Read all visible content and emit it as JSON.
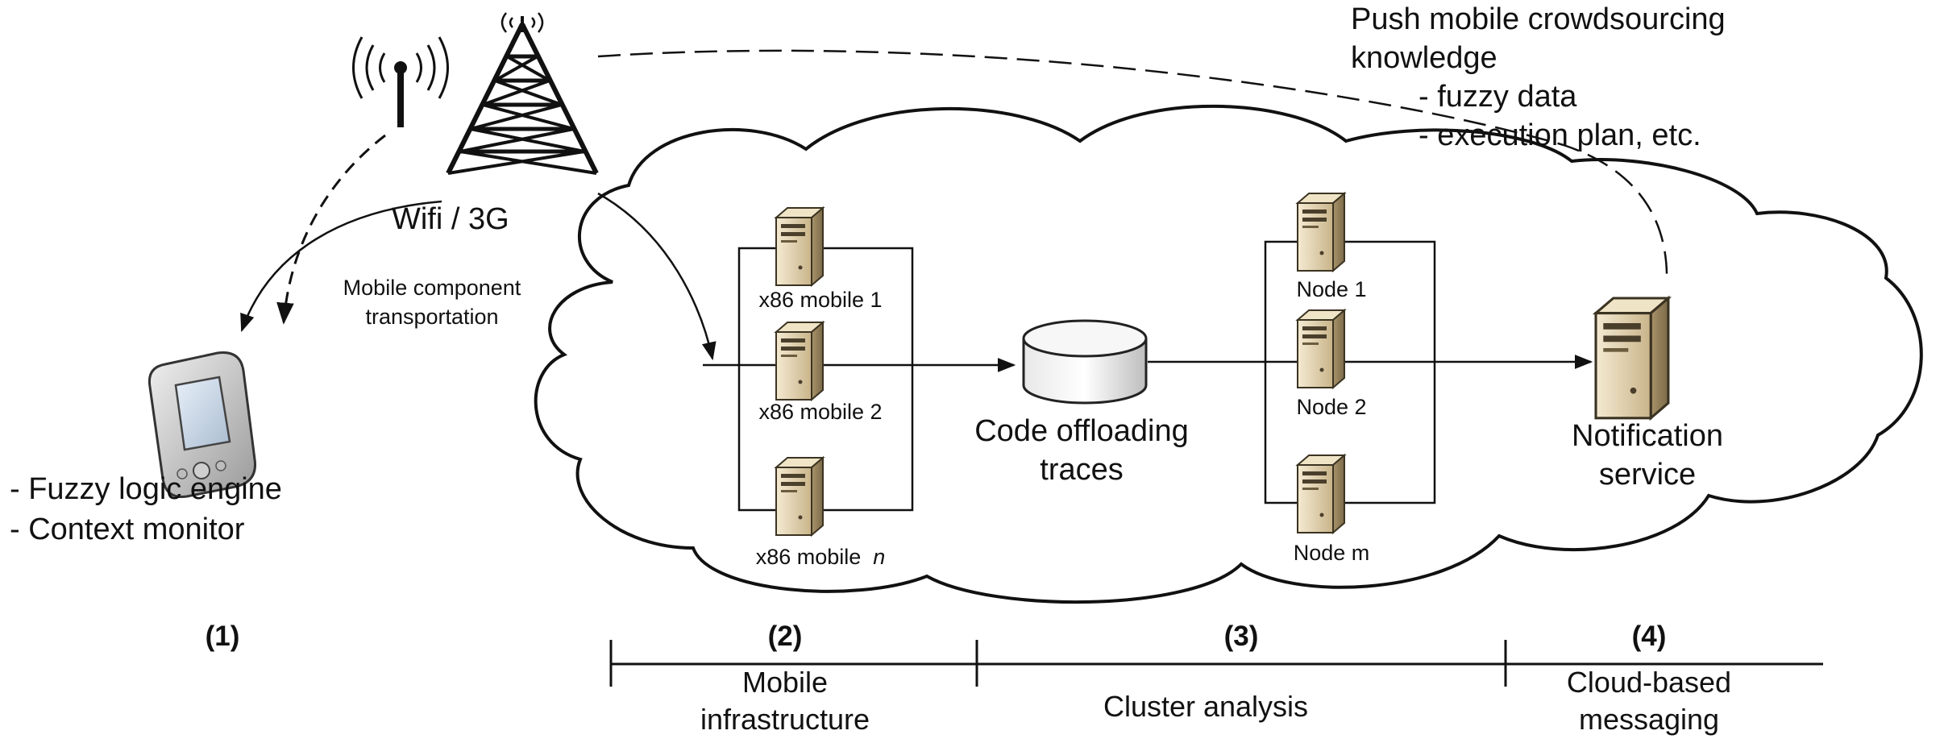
{
  "tower": {
    "label": "Wifi / 3G"
  },
  "push_knowledge": {
    "title_lines": [
      "Push mobile crowdsourcing",
      "knowledge"
    ],
    "items": [
      "- fuzzy data",
      "- execution plan, etc."
    ]
  },
  "transport_label": [
    "Mobile component",
    "transportation"
  ],
  "device": {
    "features": [
      "- Fuzzy logic engine",
      "- Context monitor"
    ]
  },
  "mobile_servers": [
    "x86 mobile 1",
    "x86 mobile 2",
    "x86 mobile"
  ],
  "mobile_server_last_suffix": "n",
  "database": {
    "label_lines": [
      "Code offloading",
      "traces"
    ]
  },
  "nodes": [
    "Node 1",
    "Node 2",
    "Node m"
  ],
  "notification": {
    "label_lines": [
      "Notification",
      "service"
    ]
  },
  "stages": [
    {
      "num": "(1)",
      "label_lines": []
    },
    {
      "num": "(2)",
      "label_lines": [
        "Mobile",
        "infrastructure"
      ]
    },
    {
      "num": "(3)",
      "label_lines": [
        "Cluster analysis"
      ]
    },
    {
      "num": "(4)",
      "label_lines": [
        "Cloud-based",
        "messaging"
      ]
    }
  ]
}
